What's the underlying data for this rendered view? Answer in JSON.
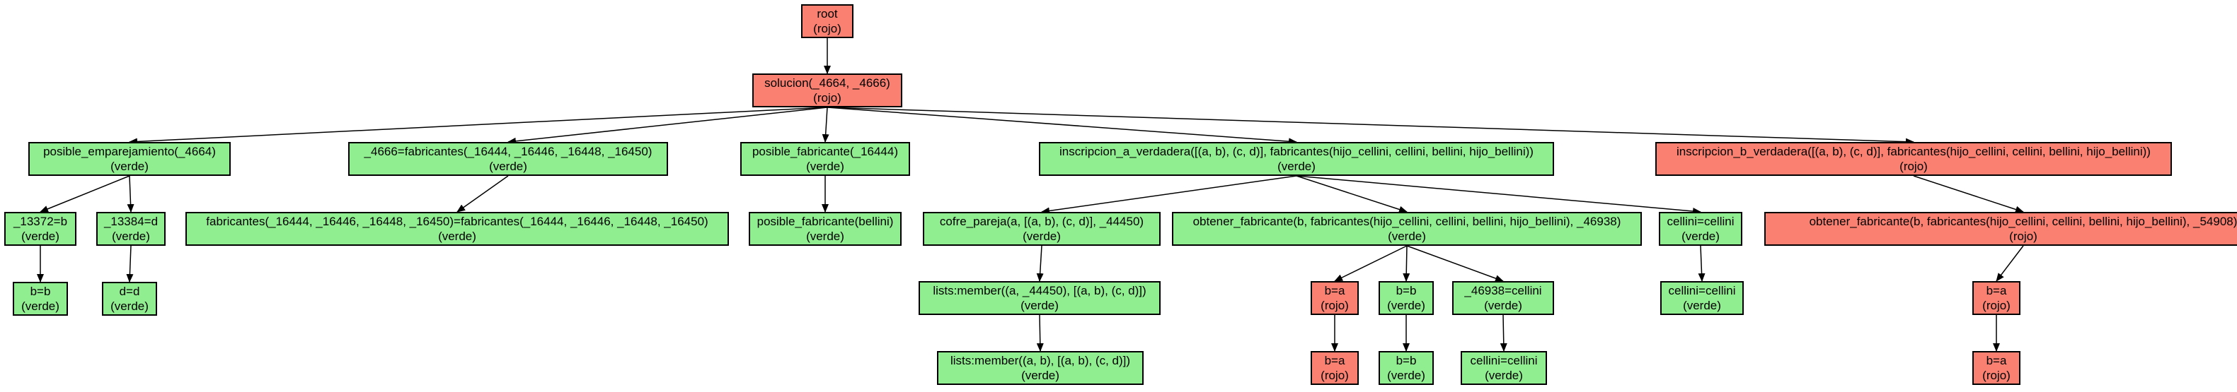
{
  "colors": {
    "verde": "#90ee90",
    "rojo": "#fa8072",
    "edge": "#000000"
  },
  "nodes": [
    {
      "id": "root",
      "label": "root",
      "status": "(rojo)",
      "color": "rojo"
    },
    {
      "id": "solucion",
      "label": "solucion(_4664, _4666)",
      "status": "(rojo)",
      "color": "rojo"
    },
    {
      "id": "posible_emp",
      "label": "posible_emparejamiento(_4664)",
      "status": "(verde)",
      "color": "verde"
    },
    {
      "id": "fab_eq",
      "label": "_4666=fabricantes(_16444, _16446, _16448, _16450)",
      "status": "(verde)",
      "color": "verde"
    },
    {
      "id": "posible_fab",
      "label": "posible_fabricante(_16444)",
      "status": "(verde)",
      "color": "verde"
    },
    {
      "id": "insc_a",
      "label": "inscripcion_a_verdadera([(a, b), (c, d)], fabricantes(hijo_cellini, cellini, bellini, hijo_bellini))",
      "status": "(verde)",
      "color": "verde"
    },
    {
      "id": "insc_b",
      "label": "inscripcion_b_verdadera([(a, b), (c, d)], fabricantes(hijo_cellini, cellini, bellini, hijo_bellini))",
      "status": "(rojo)",
      "color": "rojo"
    },
    {
      "id": "eq13372",
      "label": "_13372=b",
      "status": "(verde)",
      "color": "verde"
    },
    {
      "id": "eq13384",
      "label": "_13384=d",
      "status": "(verde)",
      "color": "verde"
    },
    {
      "id": "bb1",
      "label": "b=b",
      "status": "(verde)",
      "color": "verde"
    },
    {
      "id": "dd1",
      "label": "d=d",
      "status": "(verde)",
      "color": "verde"
    },
    {
      "id": "fab_unify",
      "label": "fabricantes(_16444, _16446, _16448, _16450)=fabricantes(_16444, _16446, _16448, _16450)",
      "status": "(verde)",
      "color": "verde"
    },
    {
      "id": "posible_fab_bellini",
      "label": "posible_fabricante(bellini)",
      "status": "(verde)",
      "color": "verde"
    },
    {
      "id": "cofre",
      "label": "cofre_pareja(a, [(a, b), (c, d)], _44450)",
      "status": "(verde)",
      "color": "verde"
    },
    {
      "id": "obtener_a",
      "label": "obtener_fabricante(b, fabricantes(hijo_cellini, cellini, bellini, hijo_bellini), _46938)",
      "status": "(verde)",
      "color": "verde"
    },
    {
      "id": "cellini1",
      "label": "cellini=cellini",
      "status": "(verde)",
      "color": "verde"
    },
    {
      "id": "obtener_b",
      "label": "obtener_fabricante(b, fabricantes(hijo_cellini, cellini, bellini, hijo_bellini), _54908)",
      "status": "(rojo)",
      "color": "rojo"
    },
    {
      "id": "member1",
      "label": "lists:member((a, _44450), [(a, b), (c, d)])",
      "status": "(verde)",
      "color": "verde"
    },
    {
      "id": "ba1",
      "label": "b=a",
      "status": "(rojo)",
      "color": "rojo"
    },
    {
      "id": "bb2",
      "label": "b=b",
      "status": "(verde)",
      "color": "verde"
    },
    {
      "id": "eq46938",
      "label": "_46938=cellini",
      "status": "(verde)",
      "color": "verde"
    },
    {
      "id": "cellini2",
      "label": "cellini=cellini",
      "status": "(verde)",
      "color": "verde"
    },
    {
      "id": "ba3",
      "label": "b=a",
      "status": "(rojo)",
      "color": "rojo"
    },
    {
      "id": "member2",
      "label": "lists:member((a, b), [(a, b), (c, d)])",
      "status": "(verde)",
      "color": "verde"
    },
    {
      "id": "ba2",
      "label": "b=a",
      "status": "(rojo)",
      "color": "rojo"
    },
    {
      "id": "bb3",
      "label": "b=b",
      "status": "(verde)",
      "color": "verde"
    },
    {
      "id": "cellini3",
      "label": "cellini=cellini",
      "status": "(verde)",
      "color": "verde"
    },
    {
      "id": "ba4",
      "label": "b=a",
      "status": "(rojo)",
      "color": "rojo"
    }
  ],
  "edges": [
    [
      "root",
      "solucion"
    ],
    [
      "solucion",
      "posible_emp"
    ],
    [
      "solucion",
      "fab_eq"
    ],
    [
      "solucion",
      "posible_fab"
    ],
    [
      "solucion",
      "insc_a"
    ],
    [
      "solucion",
      "insc_b"
    ],
    [
      "posible_emp",
      "eq13372"
    ],
    [
      "posible_emp",
      "eq13384"
    ],
    [
      "eq13372",
      "bb1"
    ],
    [
      "eq13384",
      "dd1"
    ],
    [
      "fab_eq",
      "fab_unify"
    ],
    [
      "posible_fab",
      "posible_fab_bellini"
    ],
    [
      "insc_a",
      "cofre"
    ],
    [
      "insc_a",
      "obtener_a"
    ],
    [
      "insc_a",
      "cellini1"
    ],
    [
      "insc_b",
      "obtener_b"
    ],
    [
      "cofre",
      "member1"
    ],
    [
      "member1",
      "member2"
    ],
    [
      "obtener_a",
      "ba1"
    ],
    [
      "obtener_a",
      "bb2"
    ],
    [
      "obtener_a",
      "eq46938"
    ],
    [
      "ba1",
      "ba2"
    ],
    [
      "bb2",
      "bb3"
    ],
    [
      "eq46938",
      "cellini3"
    ],
    [
      "cellini1",
      "cellini2"
    ],
    [
      "obtener_b",
      "ba3"
    ],
    [
      "ba3",
      "ba4"
    ]
  ]
}
